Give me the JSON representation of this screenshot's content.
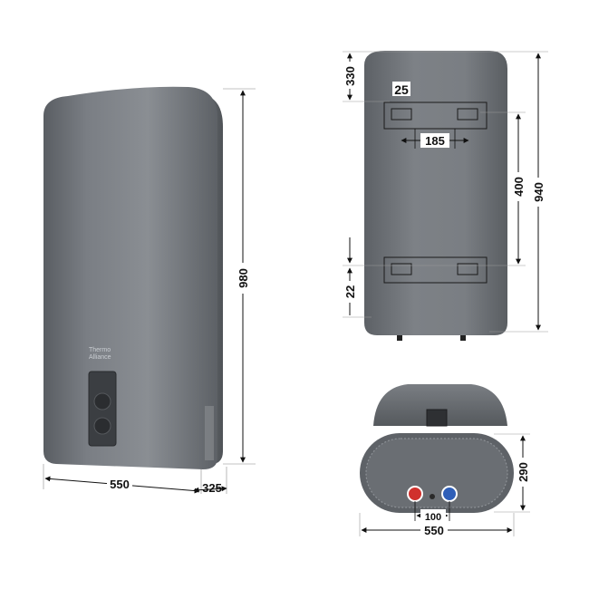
{
  "brand": {
    "line1": "Thermo",
    "line2": "Alliance"
  },
  "dimensions": {
    "front_height": "980",
    "front_width": "550",
    "front_depth": "325",
    "back_top": "330",
    "back_height": "940",
    "bracket_thickness": "25",
    "bracket_spacing": "185",
    "bracket_distance": "400",
    "bottom_offset": "22",
    "bottom_depth": "290",
    "bottom_width": "550",
    "pipe_spacing": "100"
  },
  "colors": {
    "body": "#6e7278",
    "hot_pipe": "#d0312d",
    "cold_pipe": "#2f5fb8"
  }
}
